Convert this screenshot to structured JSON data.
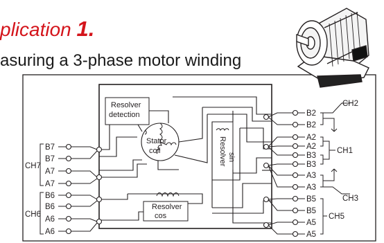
{
  "heading": {
    "text": "plication",
    "number": "1."
  },
  "subheading": "asuring a 3-phase motor winding",
  "diagram": {
    "stator": [
      "Stator",
      "coil"
    ],
    "resolver_detection": [
      "Resolver",
      "detection"
    ],
    "resolver_sin": [
      "Resolver",
      "sin"
    ],
    "resolver_cos": [
      "Resolver",
      "cos"
    ],
    "left_terminals": [
      "B7",
      "B7",
      "A7",
      "A7",
      "B6",
      "B6",
      "A6",
      "A6"
    ],
    "right_terminals": [
      "B2",
      "B2",
      "A2",
      "A2",
      "B3",
      "B3",
      "A3",
      "A3",
      "B5",
      "B5",
      "A5",
      "A5"
    ],
    "channels": {
      "ch7": "CH7",
      "ch6": "CH6",
      "ch2": "CH2",
      "ch1": "CH1",
      "ch3": "CH3",
      "ch5": "CH5"
    }
  }
}
